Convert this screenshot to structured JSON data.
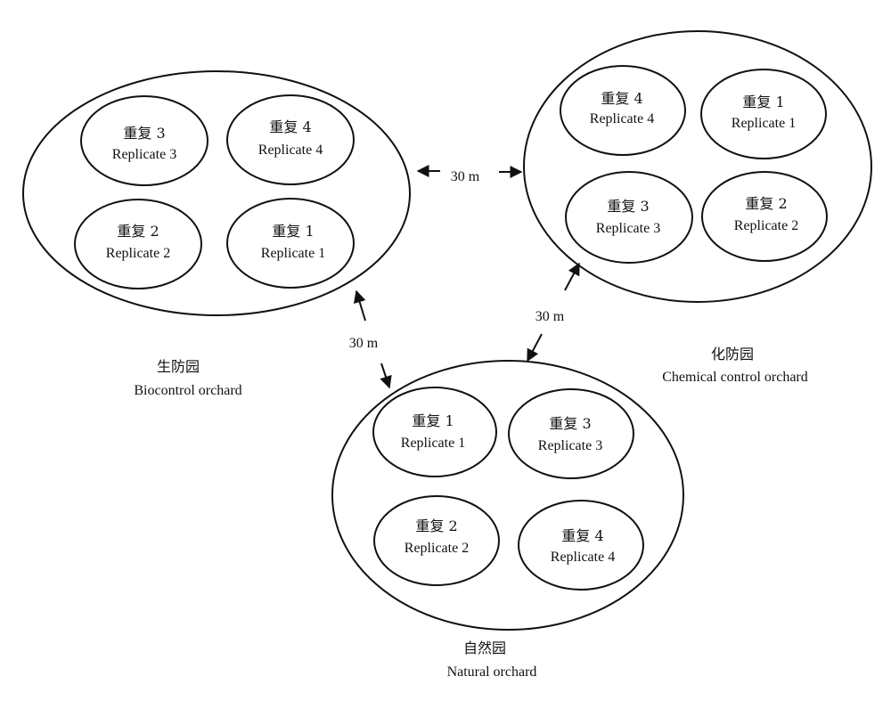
{
  "orchards": {
    "biocontrol": {
      "name_cn": "生防园",
      "name_en": "Biocontrol orchard",
      "plots": [
        {
          "cn": "重复 3",
          "en": "Replicate 3"
        },
        {
          "cn": "重复 4",
          "en": "Replicate 4"
        },
        {
          "cn": "重复 2",
          "en": "Replicate 2"
        },
        {
          "cn": "重复 1",
          "en": "Replicate 1"
        }
      ]
    },
    "chemical": {
      "name_cn": "化防园",
      "name_en": "Chemical control orchard",
      "plots": [
        {
          "cn": "重复 4",
          "en": "Replicate 4"
        },
        {
          "cn": "重复 1",
          "en": "Replicate 1"
        },
        {
          "cn": "重复 3",
          "en": "Replicate 3"
        },
        {
          "cn": "重复 2",
          "en": "Replicate 2"
        }
      ]
    },
    "natural": {
      "name_cn": "自然园",
      "name_en": "Natural orchard",
      "plots": [
        {
          "cn": "重复 1",
          "en": "Replicate 1"
        },
        {
          "cn": "重复 3",
          "en": "Replicate 3"
        },
        {
          "cn": "重复 2",
          "en": "Replicate 2"
        },
        {
          "cn": "重复 4",
          "en": "Replicate 4"
        }
      ]
    }
  },
  "distances": {
    "bio_chem": "30 m",
    "bio_natural": "30 m",
    "chem_natural": "30 m"
  }
}
